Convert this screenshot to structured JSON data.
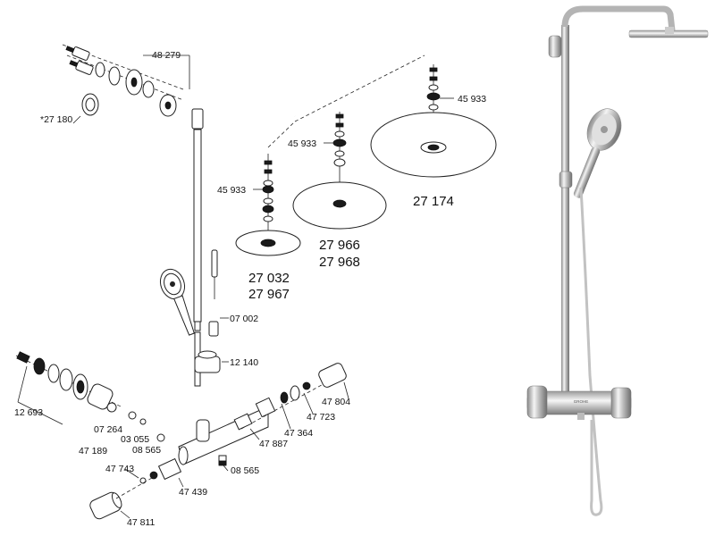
{
  "parts": [
    {
      "id": "p-48279",
      "number": "48 279"
    },
    {
      "id": "p-27180",
      "number": "*27 180"
    },
    {
      "id": "p-45933-a",
      "number": "45 933"
    },
    {
      "id": "p-45933-b",
      "number": "45 933"
    },
    {
      "id": "p-45933-c",
      "number": "45 933"
    },
    {
      "id": "p-27174",
      "number": "27 174"
    },
    {
      "id": "p-27966",
      "number": "27 966"
    },
    {
      "id": "p-27968",
      "number": "27 968"
    },
    {
      "id": "p-27032",
      "number": "27 032"
    },
    {
      "id": "p-27967",
      "number": "27 967"
    },
    {
      "id": "p-07002",
      "number": "07 002"
    },
    {
      "id": "p-12140",
      "number": "12 140"
    },
    {
      "id": "p-47804",
      "number": "47 804"
    },
    {
      "id": "p-47723",
      "number": "47 723"
    },
    {
      "id": "p-47364",
      "number": "47 364"
    },
    {
      "id": "p-47887",
      "number": "47 887"
    },
    {
      "id": "p-12693",
      "number": "12 693"
    },
    {
      "id": "p-07264",
      "number": "07 264"
    },
    {
      "id": "p-03055",
      "number": "03 055"
    },
    {
      "id": "p-08565-a",
      "number": "08 565"
    },
    {
      "id": "p-47189",
      "number": "47 189"
    },
    {
      "id": "p-08565-b",
      "number": "08 565"
    },
    {
      "id": "p-47743",
      "number": "47 743"
    },
    {
      "id": "p-47439",
      "number": "47 439"
    },
    {
      "id": "p-47811",
      "number": "47 811"
    }
  ],
  "product_photo": {
    "brand_mark": "GROHE"
  }
}
